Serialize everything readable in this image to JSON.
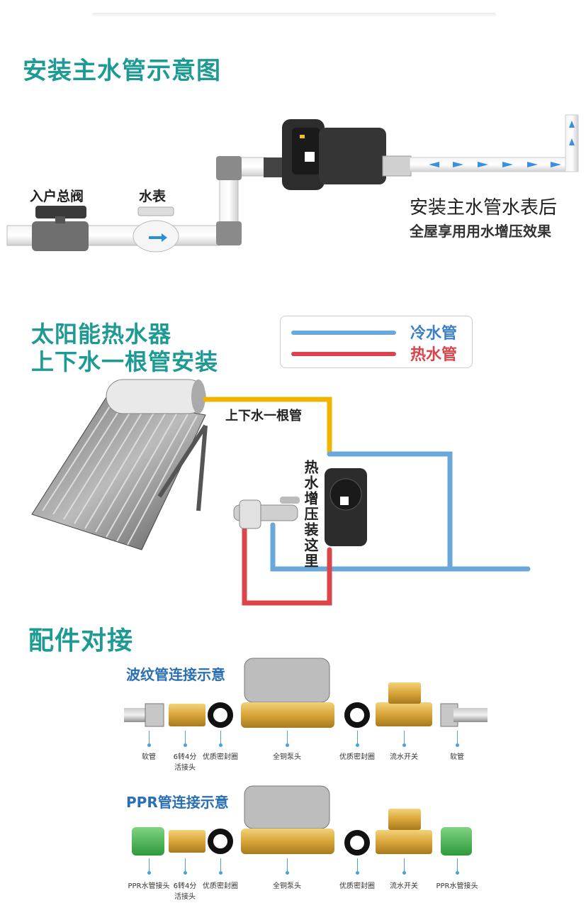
{
  "section1": {
    "title": "安装主水管示意图",
    "label_valve": "入户总阀",
    "label_meter": "水表",
    "caption_line1": "安装主水管水表后",
    "caption_line2": "全屋享用用水增压效果"
  },
  "section2": {
    "title_line1": "太阳能热水器",
    "title_line2": "上下水一根管安装",
    "legend_cold": "冷水管",
    "legend_hot": "热水管",
    "pipe_label": "上下水一根管",
    "install_here": "热水增压装这里",
    "colors": {
      "cold": "#6aa8dc",
      "hot": "#d9454a",
      "solar": "#f0b400"
    }
  },
  "section3": {
    "title": "配件对接",
    "corrugated": {
      "title": "波纹管连接示意",
      "parts": [
        "软管",
        "6转4分\n活接头",
        "优质密封圈",
        "全铜泵头",
        "优质密封圈",
        "流水开关",
        "软管"
      ]
    },
    "ppr": {
      "title": "PPR管连接示意",
      "parts": [
        "PPR水管接头",
        "6转4分\n活接头",
        "优质密封圈",
        "全铜泵头",
        "优质密封圈",
        "流水开关",
        "PPR水管接头"
      ]
    }
  }
}
